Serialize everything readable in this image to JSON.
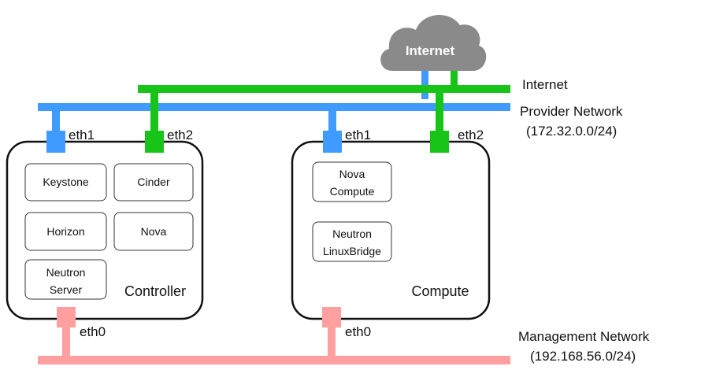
{
  "cloud": {
    "label": "Internet"
  },
  "networks": {
    "internet": {
      "label": "Internet",
      "color": "#18c418"
    },
    "provider": {
      "label": "Provider Network",
      "cidr": "(172.32.0.0/24)",
      "color": "#3f9bff"
    },
    "management": {
      "label": "Management Network",
      "cidr": "(192.168.56.0/24)",
      "color": "#ff9f9f"
    }
  },
  "controller": {
    "label": "Controller",
    "ports": {
      "eth1": "eth1",
      "eth2": "eth2",
      "eth0": "eth0"
    },
    "services": [
      {
        "lines": [
          "Keystone"
        ]
      },
      {
        "lines": [
          "Cinder"
        ]
      },
      {
        "lines": [
          "Horizon"
        ]
      },
      {
        "lines": [
          "Nova"
        ]
      },
      {
        "lines": [
          "Neutron",
          "Server"
        ]
      }
    ]
  },
  "compute": {
    "label": "Compute",
    "ports": {
      "eth1": "eth1",
      "eth2": "eth2",
      "eth0": "eth0"
    },
    "services": [
      {
        "lines": [
          "Nova",
          "Compute"
        ]
      },
      {
        "lines": [
          "Neutron",
          "LinuxBridge"
        ]
      }
    ]
  }
}
